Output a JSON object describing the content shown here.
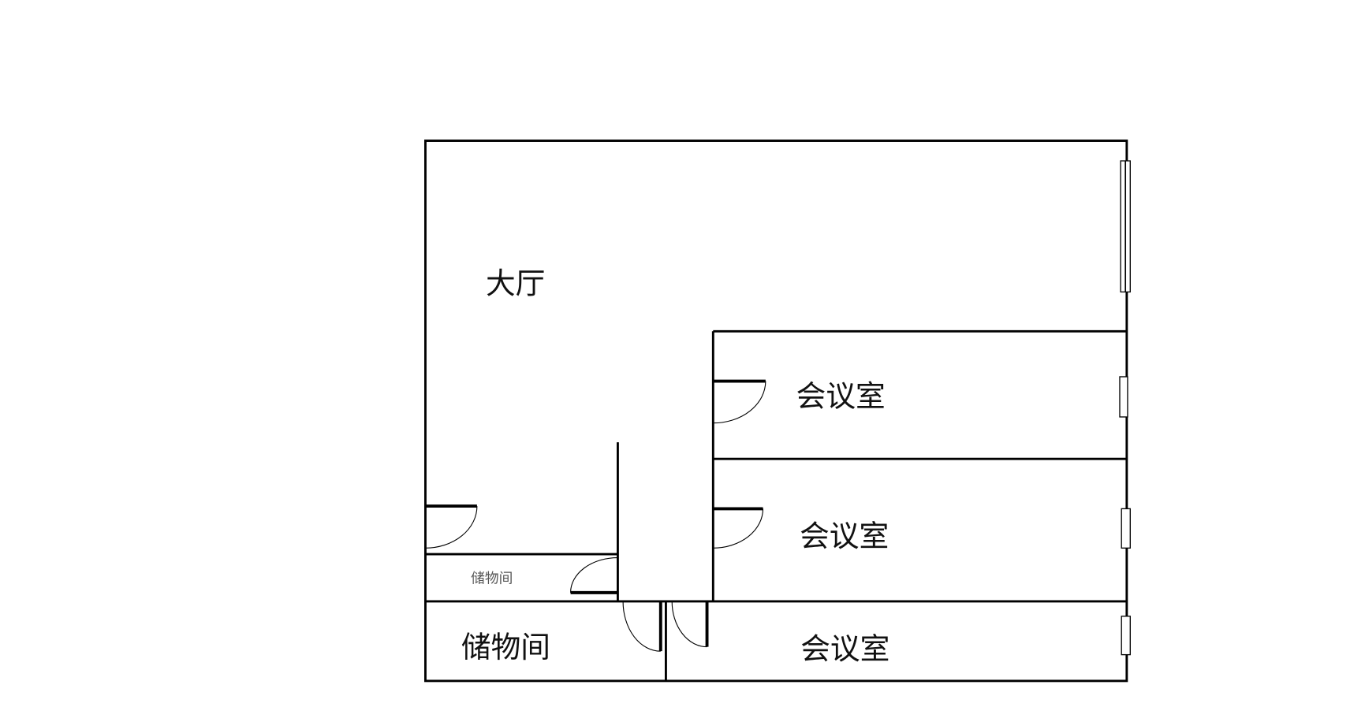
{
  "rooms": {
    "hall": "大厅",
    "meeting_1": "会议室",
    "meeting_2": "会议室",
    "meeting_3": "会议室",
    "storage_small": "储物间",
    "storage_large": "储物间"
  }
}
